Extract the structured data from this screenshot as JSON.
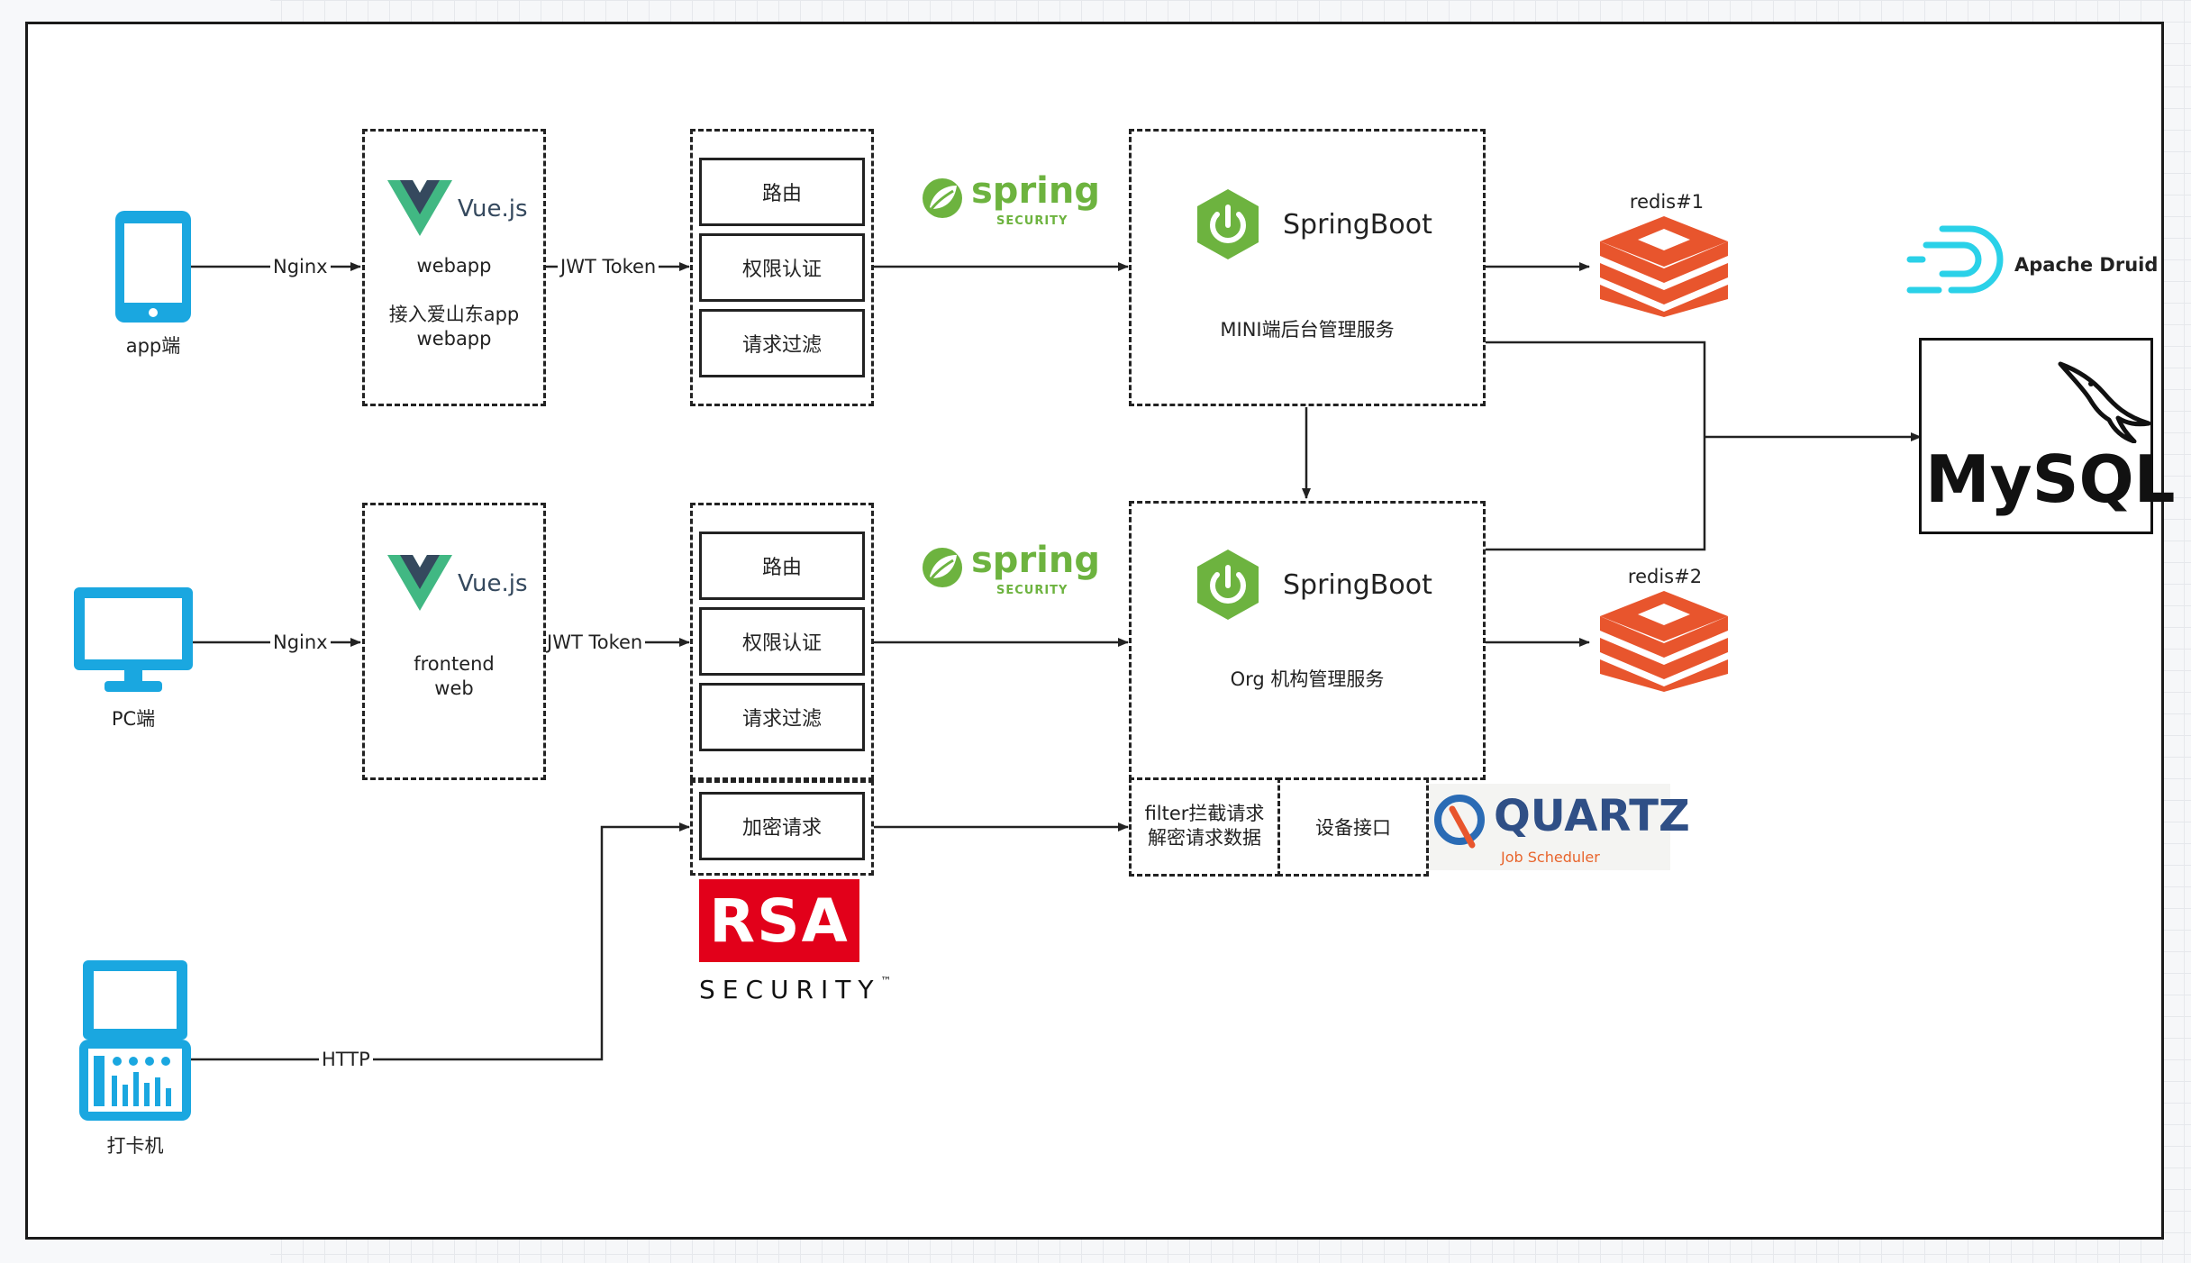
{
  "clients": {
    "app": {
      "label": "app端",
      "icon": "phone-icon"
    },
    "pc": {
      "label": "PC端",
      "icon": "monitor-icon"
    },
    "clock": {
      "label": "打卡机",
      "icon": "time-clock-icon"
    }
  },
  "edges": {
    "nginx1": "Nginx",
    "nginx2": "Nginx",
    "jwt1": "JWT Token",
    "jwt2": "JWT Token",
    "http": "HTTP"
  },
  "frontends": {
    "webapp": {
      "brand": "Vue.js",
      "name": "webapp",
      "desc_line1": "接入爱山东app",
      "desc_line2": "webapp"
    },
    "web": {
      "brand": "Vue.js",
      "line1": "frontend",
      "line2": "web"
    }
  },
  "gateway1": [
    "路由",
    "权限认证",
    "请求过滤"
  ],
  "gateway2": [
    "路由",
    "权限认证",
    "请求过滤"
  ],
  "encrypt": {
    "label": "加密请求"
  },
  "rsa": {
    "brand": "RSA",
    "sub": "SECURITY",
    "tm": "™"
  },
  "spring_security": {
    "word": "spring",
    "sub": "SECURITY"
  },
  "services": {
    "mini": {
      "brand": "SpringBoot",
      "desc": "MINI端后台管理服务"
    },
    "org": {
      "brand": "SpringBoot",
      "desc": "Org 机构管理服务"
    },
    "filter": {
      "line1": "filter拦截请求",
      "line2": "解密请求数据"
    },
    "device": {
      "label": "设备接口"
    }
  },
  "quartz": {
    "brand": "QUARTZ",
    "sub": "Job Scheduler"
  },
  "redis": {
    "r1": "redis#1",
    "r2": "redis#2"
  },
  "druid": {
    "label": "Apache Druid"
  },
  "mysql": {
    "label": "MySQL"
  },
  "colors": {
    "device": "#1aa7e0",
    "vue_green": "#41b883",
    "vue_dark": "#35495e",
    "spring": "#6db33f",
    "redis": "#e8552d",
    "rsa": "#e2001a",
    "druid": "#2ad1e8"
  }
}
